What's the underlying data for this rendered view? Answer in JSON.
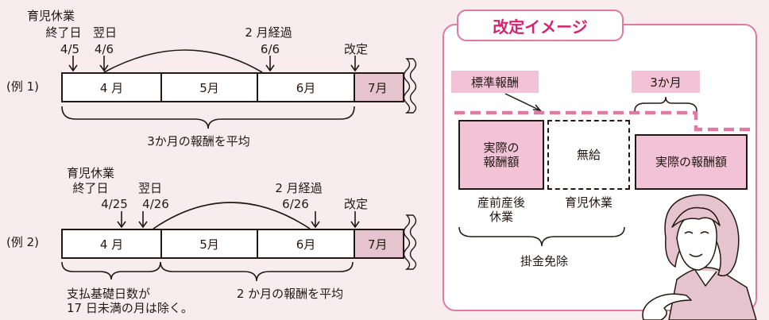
{
  "ex1": {
    "label": "(例 1)",
    "end_title": "育児休業",
    "end_label": "終了日",
    "next_label": "翌日",
    "end_date": "4/5",
    "next_date": "4/6",
    "elapsed_label": "2 月経過",
    "elapsed_date": "6/6",
    "revision_label": "改定",
    "months": [
      "4 月",
      "5月",
      "6月",
      "7月"
    ],
    "average_note": "3か月の報酬を平均"
  },
  "ex2": {
    "label": "(例 2)",
    "end_title": "育児休業",
    "end_label": "終了日",
    "next_label": "翌日",
    "end_date": "4/25",
    "next_date": "4/26",
    "elapsed_label": "2 月経過",
    "elapsed_date": "6/26",
    "revision_label": "改定",
    "months": [
      "4 月",
      "5月",
      "6月",
      "7月"
    ],
    "excluded_note_1": "支払基礎日数が",
    "excluded_note_2": "17 日未満の月は除く。",
    "average_note": "2 か月の報酬を平均"
  },
  "panel": {
    "title": "改定イメージ",
    "standard_label": "標準報酬",
    "three_months_label": "3か月",
    "actual_label_1": "実際の",
    "actual_label_2": "報酬額",
    "unpaid_label": "無給",
    "actual_full_label": "実際の報酬額",
    "maternity_1": "産前産後",
    "maternity_2": "休業",
    "childcare": "育児休業",
    "exemption": "掛金免除"
  },
  "colors": {
    "pink_fill": "#e6c4cf",
    "pink_line": "#e07aa3",
    "title": "#d4246f",
    "background": "#f8ecef"
  }
}
